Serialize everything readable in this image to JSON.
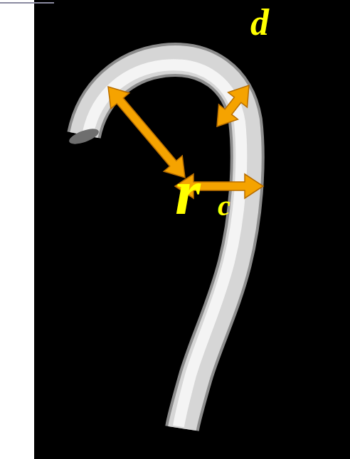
{
  "diagram": {
    "labels": [
      "d",
      "r",
      "c"
    ]
  }
}
